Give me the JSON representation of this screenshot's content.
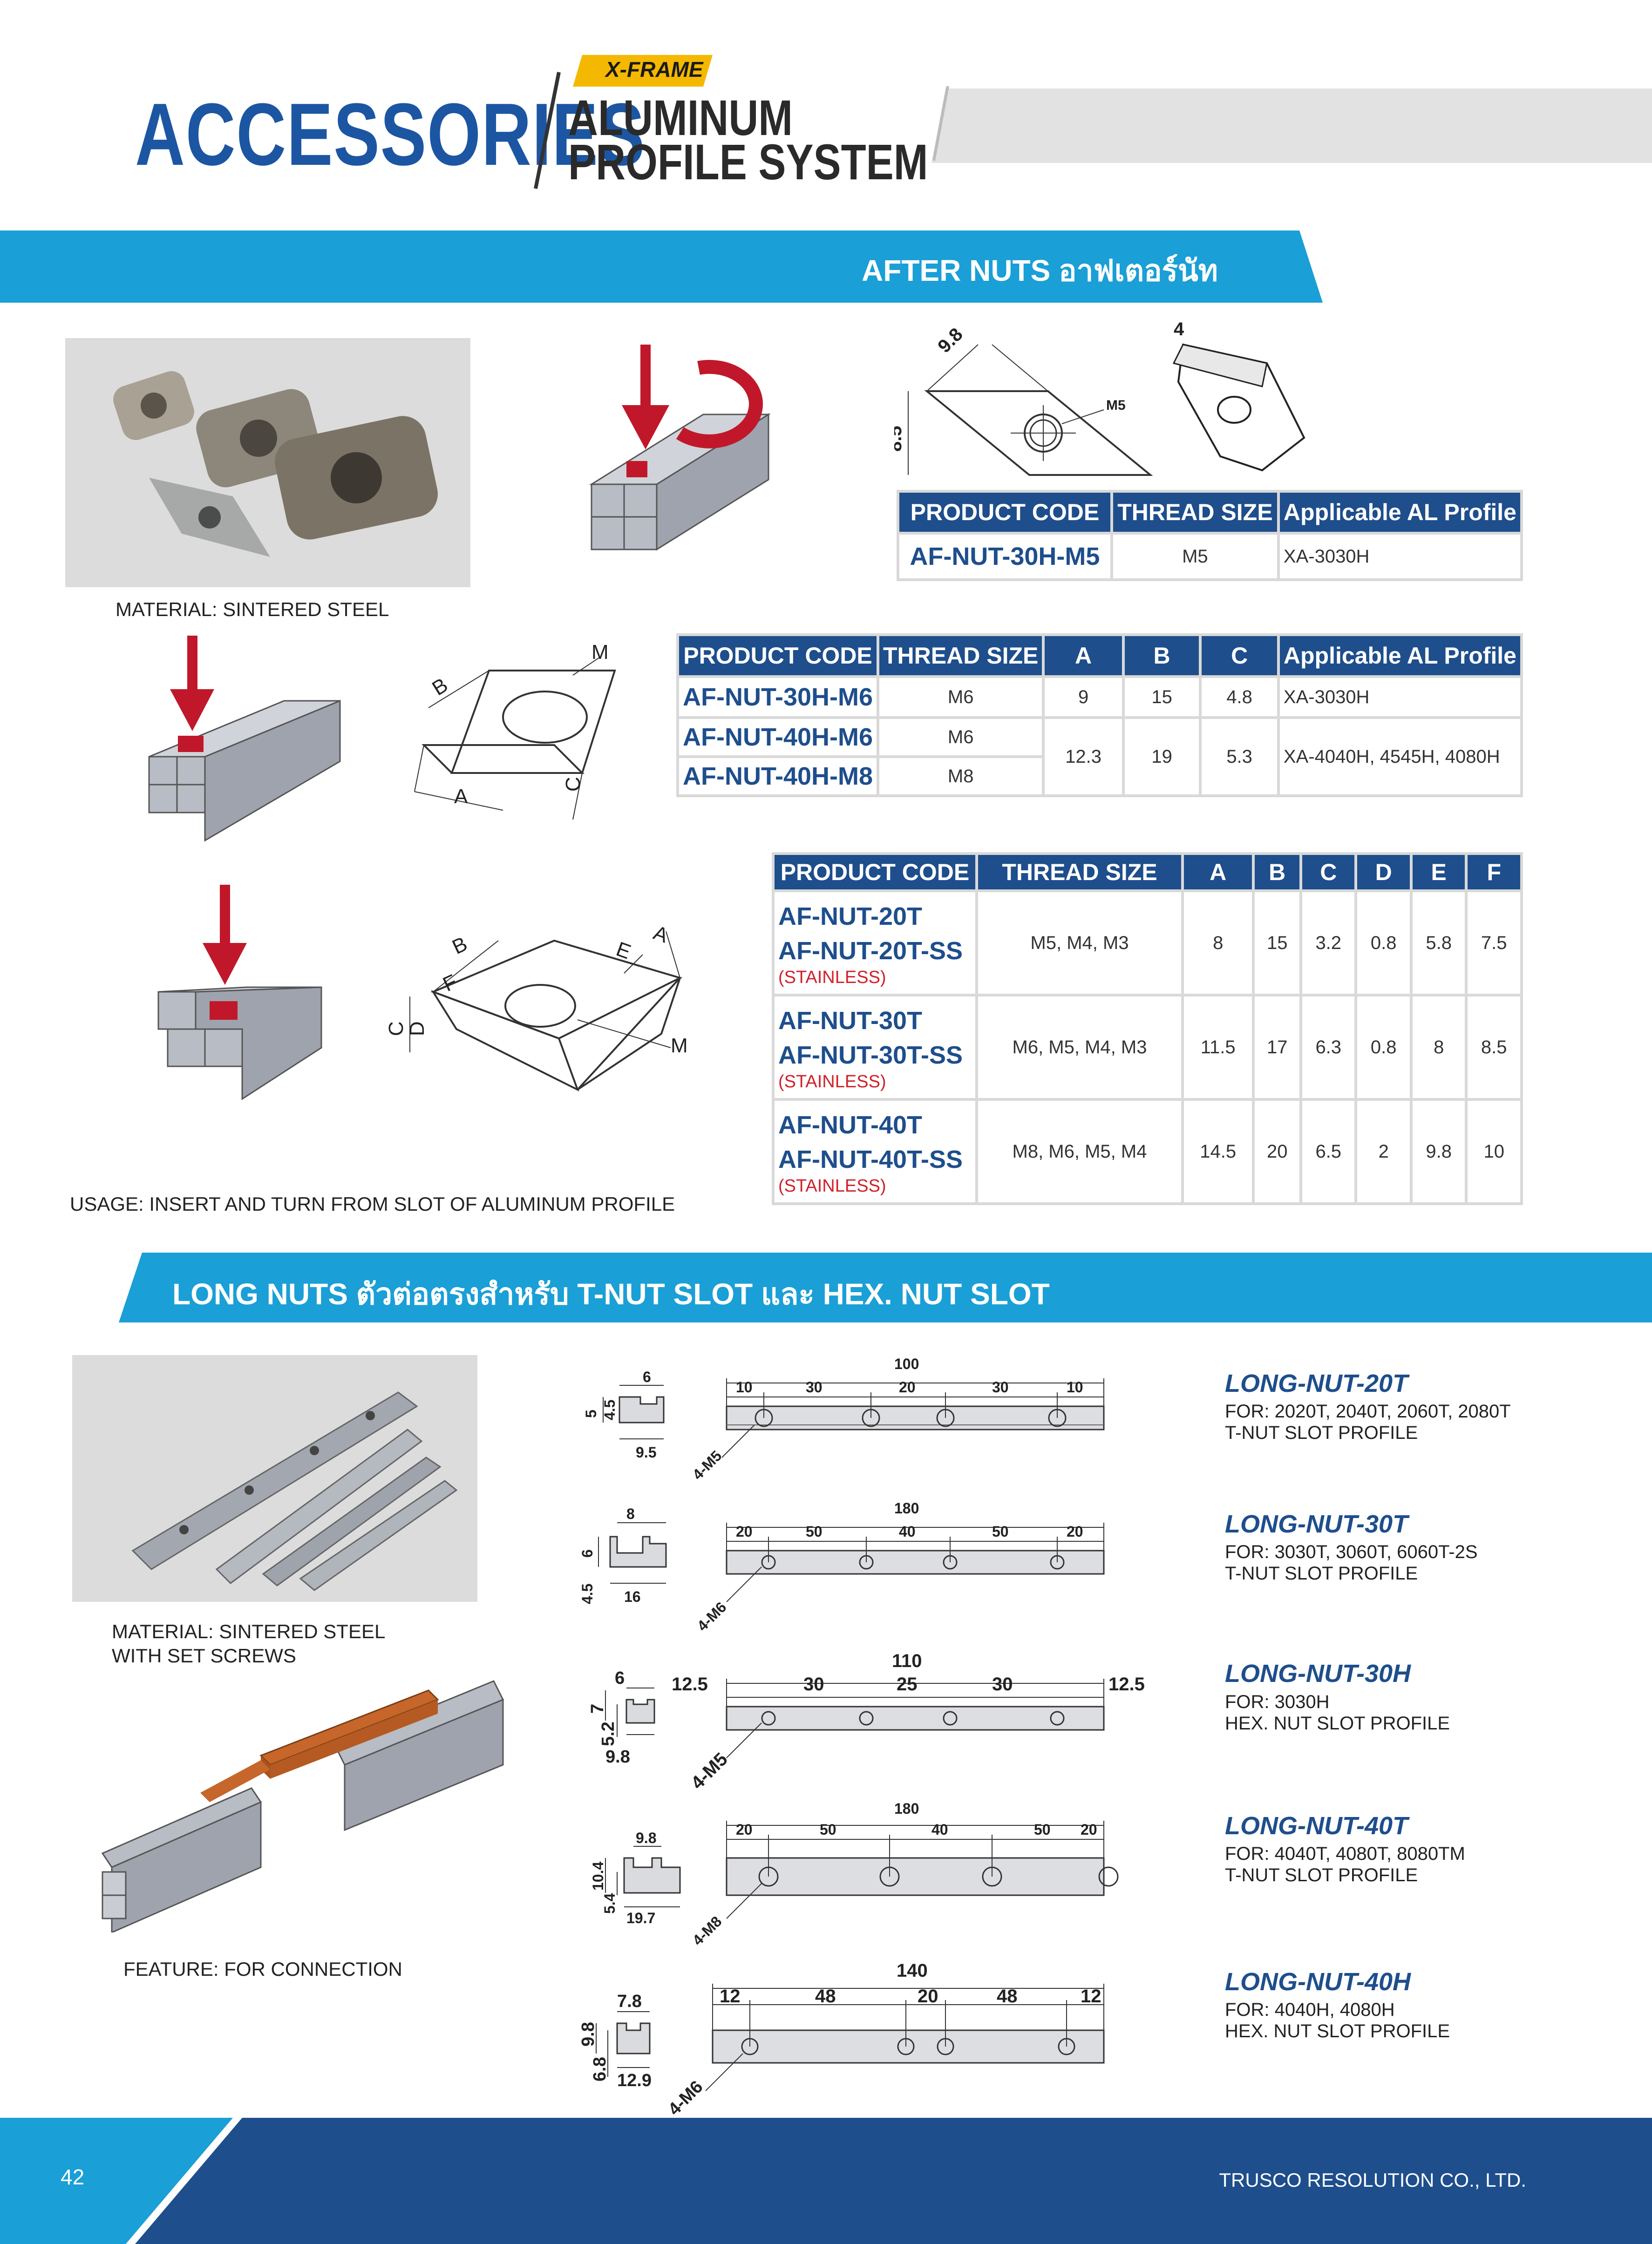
{
  "header": {
    "title": "ACCESSORIES",
    "badge": "X-FRAME",
    "subtitle_line1": "ALUMINUM",
    "subtitle_line2": "PROFILE SYSTEM"
  },
  "after_nuts": {
    "section_title": "AFTER NUTS อาฟเตอร์นัท",
    "material": "MATERIAL: SINTERED STEEL",
    "usage": "USAGE: INSERT AND TURN FROM SLOT OF ALUMINUM PROFILE",
    "diagram1_labels": {
      "a": "9.8",
      "b": "8.5",
      "m": "M5",
      "t": "4"
    },
    "diagram2_labels": {
      "b": "B",
      "m": "M",
      "a": "A",
      "c": "C"
    },
    "diagram3_labels": {
      "b": "B",
      "f": "F",
      "e": "E",
      "a": "A",
      "c": "C",
      "d": "D",
      "m": "M"
    },
    "table1": {
      "headers": [
        "PRODUCT CODE",
        "THREAD SIZE",
        "Applicable AL Profile"
      ],
      "rows": [
        [
          "AF-NUT-30H-M5",
          "M5",
          "XA-3030H"
        ]
      ]
    },
    "table2": {
      "headers": [
        "PRODUCT CODE",
        "THREAD SIZE",
        "A",
        "B",
        "C",
        "Applicable AL Profile"
      ],
      "row1": {
        "code": "AF-NUT-30H-M6",
        "thread": "M6",
        "a": "9",
        "b": "15",
        "c": "4.8",
        "profile": "XA-3030H"
      },
      "row2": {
        "code": "AF-NUT-40H-M6",
        "thread": "M6"
      },
      "row3": {
        "code": "AF-NUT-40H-M8",
        "thread": "M8"
      },
      "shared": {
        "a": "12.3",
        "b": "19",
        "c": "5.3",
        "profile": "XA-4040H, 4545H, 4080H"
      }
    },
    "table3": {
      "headers": [
        "PRODUCT CODE",
        "THREAD SIZE",
        "A",
        "B",
        "C",
        "D",
        "E",
        "F"
      ],
      "stainless_label": "(STAINLESS)",
      "groups": [
        {
          "code": "AF-NUT-20T",
          "code_ss": "AF-NUT-20T-SS",
          "thread": "M5, M4, M3",
          "a": "8",
          "b": "15",
          "c": "3.2",
          "d": "0.8",
          "e": "5.8",
          "f": "7.5"
        },
        {
          "code": "AF-NUT-30T",
          "code_ss": "AF-NUT-30T-SS",
          "thread": "M6, M5, M4, M3",
          "a": "11.5",
          "b": "17",
          "c": "6.3",
          "d": "0.8",
          "e": "8",
          "f": "8.5"
        },
        {
          "code": "AF-NUT-40T",
          "code_ss": "AF-NUT-40T-SS",
          "thread": "M8, M6, M5, M4",
          "a": "14.5",
          "b": "20",
          "c": "6.5",
          "d": "2",
          "e": "9.8",
          "f": "10"
        }
      ]
    }
  },
  "long_nuts": {
    "section_title": "LONG NUTS ตัวต่อตรงสำหรับ T-NUT SLOT และ HEX. NUT SLOT",
    "material_line1": "MATERIAL: SINTERED STEEL",
    "material_line2": "WITH SET SCREWS",
    "feature": "FEATURE: FOR CONNECTION",
    "items": [
      {
        "code": "LONG-NUT-20T",
        "for": "FOR: 2020T, 2040T, 2060T, 2080T",
        "type": "T-NUT SLOT PROFILE",
        "total": "100",
        "segs": [
          "10",
          "30",
          "20",
          "30",
          "10"
        ],
        "screw": "4-M5",
        "p1": "6",
        "p2": "5",
        "p3": "4.5",
        "p4": "9.5"
      },
      {
        "code": "LONG-NUT-30T",
        "for": "FOR: 3030T, 3060T, 6060T-2S",
        "type": "T-NUT SLOT PROFILE",
        "total": "180",
        "segs": [
          "20",
          "50",
          "40",
          "50",
          "20"
        ],
        "screw": "4-M6",
        "p1": "8",
        "p2": "6",
        "p3": "4.5",
        "p4": "16"
      },
      {
        "code": "LONG-NUT-30H",
        "for": "FOR: 3030H",
        "type": "HEX. NUT SLOT PROFILE",
        "total": "110",
        "segs": [
          "12.5",
          "30",
          "25",
          "30",
          "12.5"
        ],
        "screw": "4-M5",
        "p1": "6",
        "p2": "7",
        "p3": "5.2",
        "p4": "9.8"
      },
      {
        "code": "LONG-NUT-40T",
        "for": "FOR: 4040T, 4080T, 8080TM",
        "type": "T-NUT SLOT PROFILE",
        "total": "180",
        "segs": [
          "20",
          "50",
          "40",
          "50",
          "20"
        ],
        "screw": "4-M8",
        "p1": "9.8",
        "p2": "10.4",
        "p3": "5.4",
        "p4": "19.7"
      },
      {
        "code": "LONG-NUT-40H",
        "for": "FOR: 4040H, 4080H",
        "type": "HEX. NUT SLOT PROFILE",
        "total": "140",
        "segs": [
          "12",
          "48",
          "20",
          "48",
          "12"
        ],
        "screw": "4-M6",
        "p1": "7.8",
        "p2": "9.8",
        "p3": "6.8",
        "p4": "12.9"
      }
    ]
  },
  "footer": {
    "page_number": "42",
    "company": "TRUSCO RESOLUTION CO., LTD."
  }
}
